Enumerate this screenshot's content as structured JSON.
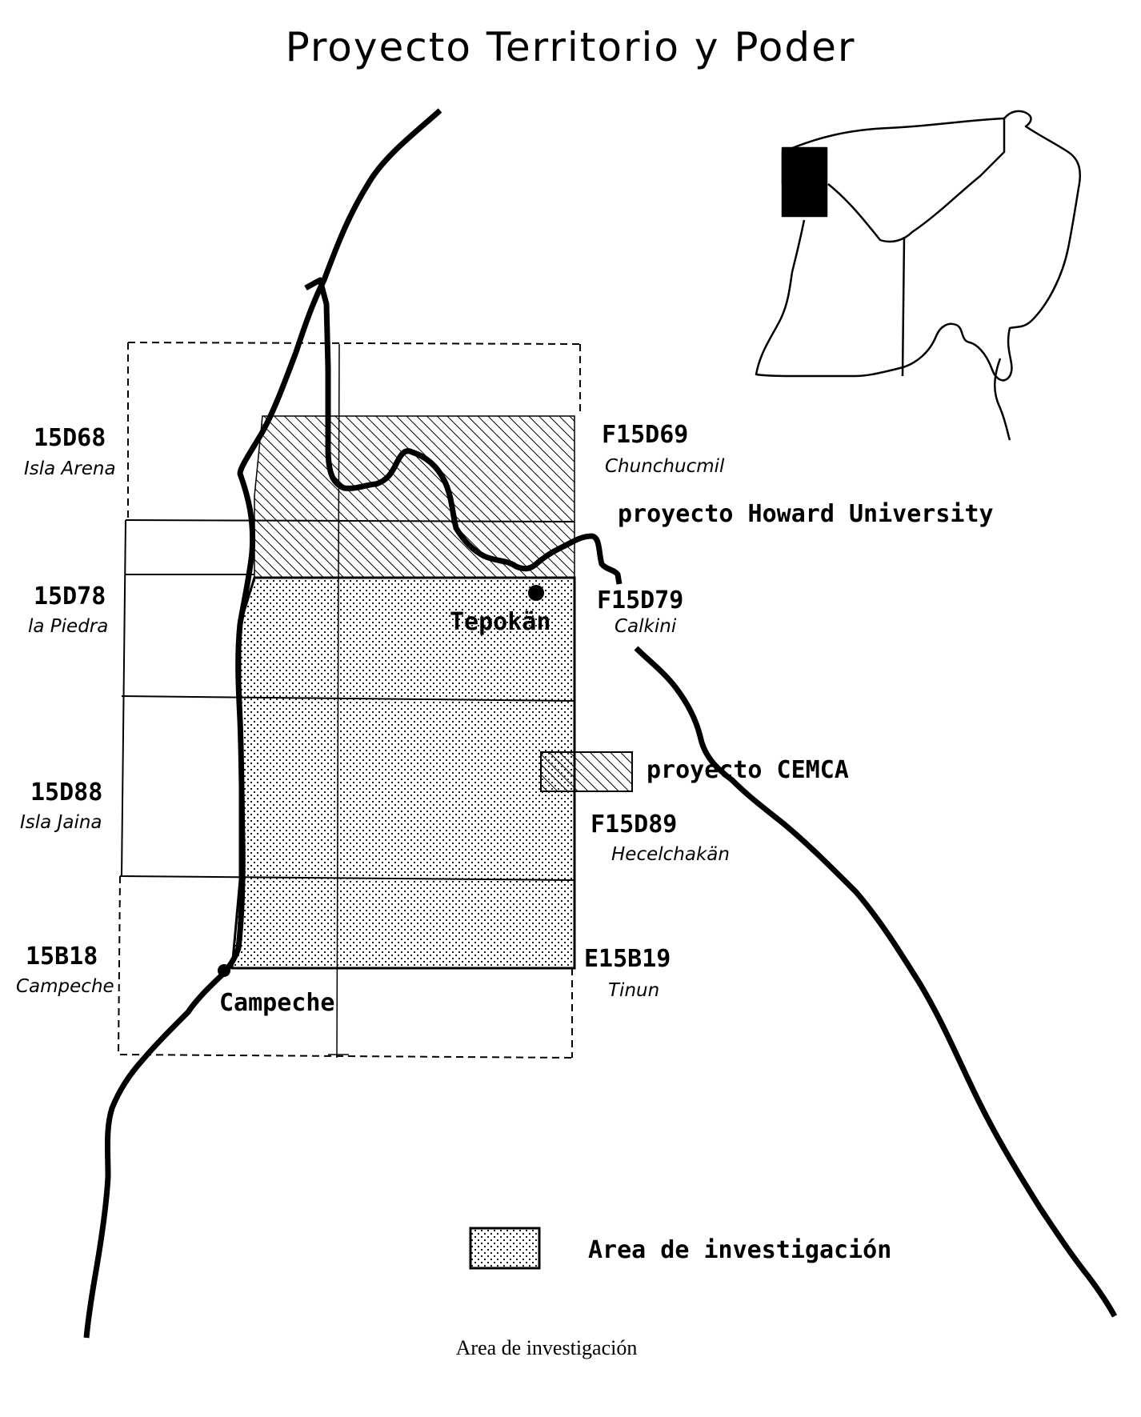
{
  "title": "Proyecto Territorio y Poder",
  "caption": "Area de investigación",
  "colors": {
    "ink": "#000000",
    "paper": "#ffffff"
  },
  "sheets": [
    {
      "id": "15D68",
      "place": "Isla Arena"
    },
    {
      "id": "F15D69",
      "place": "Chunchucmil"
    },
    {
      "id": "15D78",
      "place": "la Piedra"
    },
    {
      "id": "F15D79",
      "place": "Calkini"
    },
    {
      "id": "15D88",
      "place": "Isla Jaina"
    },
    {
      "id": "F15D89",
      "place": "Hecelchakän"
    },
    {
      "id": "15B18",
      "place": "Campeche"
    },
    {
      "id": "E15B19",
      "place": "Tinun"
    }
  ],
  "labels": {
    "howard": "proyecto Howard University",
    "cemca": "proyecto CEMCA",
    "tepokan": "Tepokän",
    "campeche": "Campeche"
  },
  "legend": {
    "area_label": "Area de investigación"
  },
  "icons": {
    "inset": "yucatan-peninsula-inset-icon",
    "town": "town-marker-icon"
  }
}
